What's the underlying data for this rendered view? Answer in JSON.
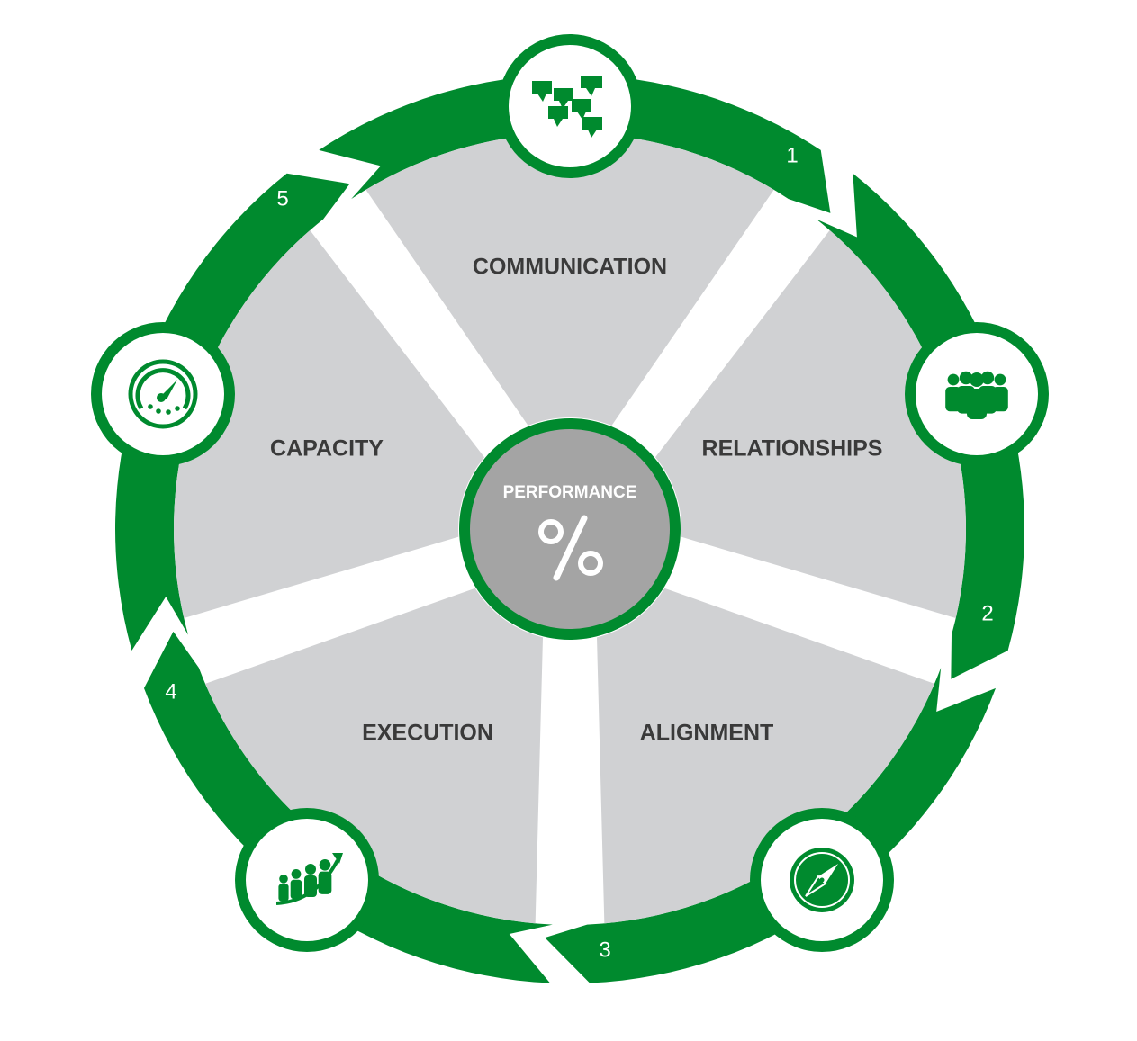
{
  "colors": {
    "ring": "#008a2e",
    "segment": "#d0d1d3",
    "label": "#3a3a3a",
    "center_fill": "#a4a4a4",
    "white": "#ffffff"
  },
  "center": {
    "title": "PERFORMANCE",
    "icon": "percent-icon"
  },
  "segments": [
    {
      "label": "COMMUNICATION",
      "number": "1",
      "icon": "chat-bubbles-icon"
    },
    {
      "label": "RELATIONSHIPS",
      "number": "2",
      "icon": "people-group-icon"
    },
    {
      "label": "ALIGNMENT",
      "number": "3",
      "icon": "compass-icon"
    },
    {
      "label": "EXECUTION",
      "number": "4",
      "icon": "growth-team-icon"
    },
    {
      "label": "CAPACITY",
      "number": "5",
      "icon": "speedometer-icon"
    }
  ]
}
